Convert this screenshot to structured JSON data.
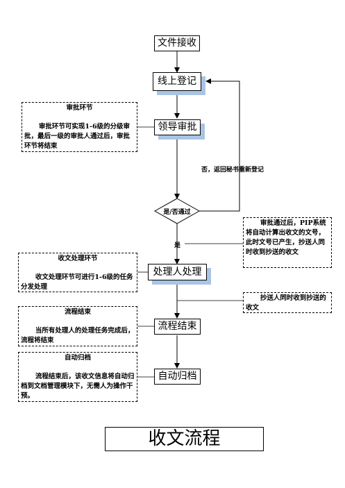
{
  "nodes": {
    "receive": "文件接收",
    "register": "线上登记",
    "approve": "领导审批",
    "decision": "是/否通过",
    "handle": "处理人处理",
    "end": "流程结束",
    "archive": "自动归档"
  },
  "labels": {
    "no_return": "否，返回秘书重新登记",
    "yes": "是"
  },
  "notes": {
    "approval_title": "审批环节",
    "approval_body": "审批环节可实现1-6级的分级审批，最后一级的审批人通过后，审批环节将结束",
    "handling_title": "收文处理环节",
    "handling_body": "收文处理环节可进行1-6级的任务分发处理",
    "end_title": "流程结束",
    "end_body": "当所有处理人的处理任务完成后，流程将结束",
    "archive_title": "自动归档",
    "archive_body": "流程结束后，该收文信息将自动归档到文档管理模块下，无需人为操作干预。",
    "pass_body": "审批通过后，PIP系统将自动计算出收文的文号，此时文号已产生，抄送人同时收到抄送的收文",
    "cc_body": "抄送人同时收到抄送的收文"
  },
  "title": "收文流程"
}
